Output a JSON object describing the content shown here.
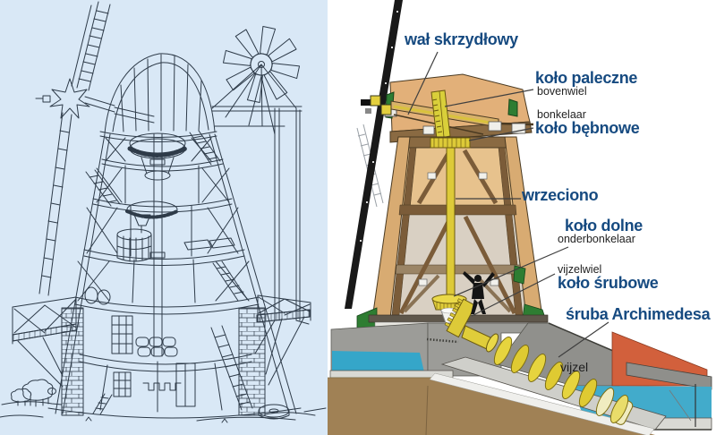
{
  "labels": {
    "wal_skrzydlowy": "wał skrzydłowy",
    "kolo_paleczne": "koło paleczne",
    "bovenwiel": "bovenwiel",
    "bonkelaar": "bonkelaar",
    "kolo_bebnowe": "koło bębnowe",
    "wrzeciono": "wrzeciono",
    "kolo_dolne": "koło dolne",
    "onderbonkelaar": "onderbonkelaar",
    "vijzelwiel": "vijzelwiel",
    "kolo_srubowe": "koło śrubowe",
    "sruba_archimedesa": "śruba Archimedesa",
    "vijzel": "vijzel"
  },
  "colors": {
    "label_primary": "#164a80",
    "label_secondary": "#222222",
    "left_background": "#d9e8f6",
    "water_blue": "#3aa9cc",
    "screw_yellow": "#e6d43e",
    "wood_tan": "#e2b079",
    "timber_brown": "#7b5c39",
    "brick_orange": "#d2603c",
    "earth_brown": "#a08155",
    "concrete_gray": "#9c9c98",
    "trim_green": "#2e7d32",
    "sail_black": "#191919"
  }
}
